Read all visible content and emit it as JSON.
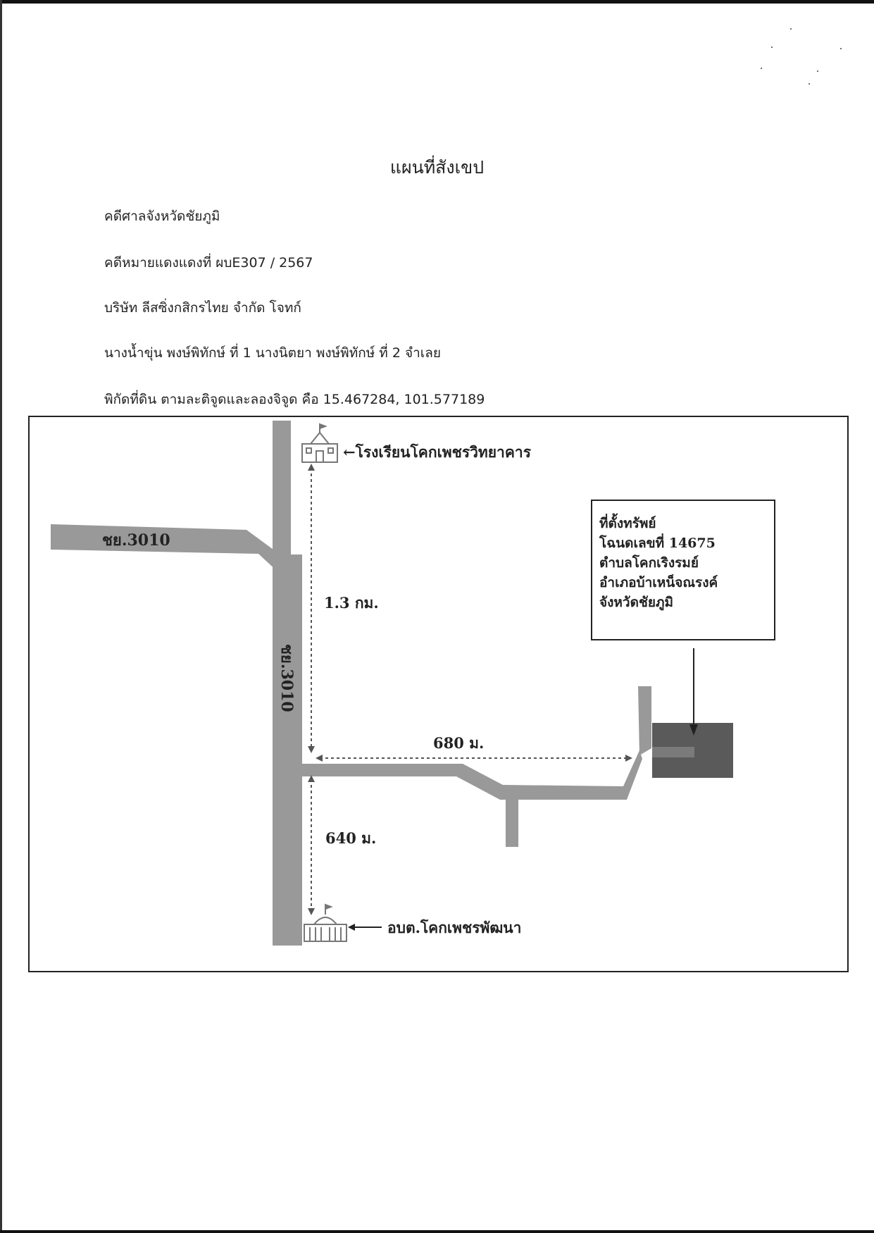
{
  "document": {
    "title": "แผนที่สังเขป",
    "court": "คดีศาลจังหวัดชัยภูมิ",
    "case_number": "คดีหมายแดงแดงที่ ผบE307 / 2567",
    "plaintiff": "บริษัท ลีสซิ่งกสิกรไทย จำกัด  โจทก์",
    "defendants": "นางน้ำขุ่น พงษ์พิทักษ์ ที่ 1 นางนิตยา พงษ์พิทักษ์ ที่ 2  จำเลย",
    "coordinates": "พิกัดที่ดิน ตามละติจูดและลองจิจูด คือ 15.467284, 101.577189"
  },
  "map": {
    "school_label": "←โรงเรียนโคกเพชรวิทยาคาร",
    "office_label": "อบต.โคกเพชรพัฒนา",
    "road_horizontal_label": "ชย.3010",
    "road_vertical_label": "ชย.3010",
    "distance_north": "1.3 กม.",
    "distance_east": "680 ม.",
    "distance_south": "640 ม.",
    "property_box": {
      "line1": "ที่ตั้งทรัพย์",
      "line2": "โฉนดเลขที่ 14675",
      "line3": "ตำบลโคกเริงรมย์",
      "line4": "อำเภอบ้าเหน็จณรงค์",
      "line5": "จังหวัดชัยภูมิ"
    },
    "icons": [
      "school-building-icon",
      "government-office-icon"
    ],
    "colors": {
      "road": "#999999",
      "land_plot": "#5a5a5a",
      "land_inner": "#7a7a7a",
      "border": "#222222"
    }
  }
}
